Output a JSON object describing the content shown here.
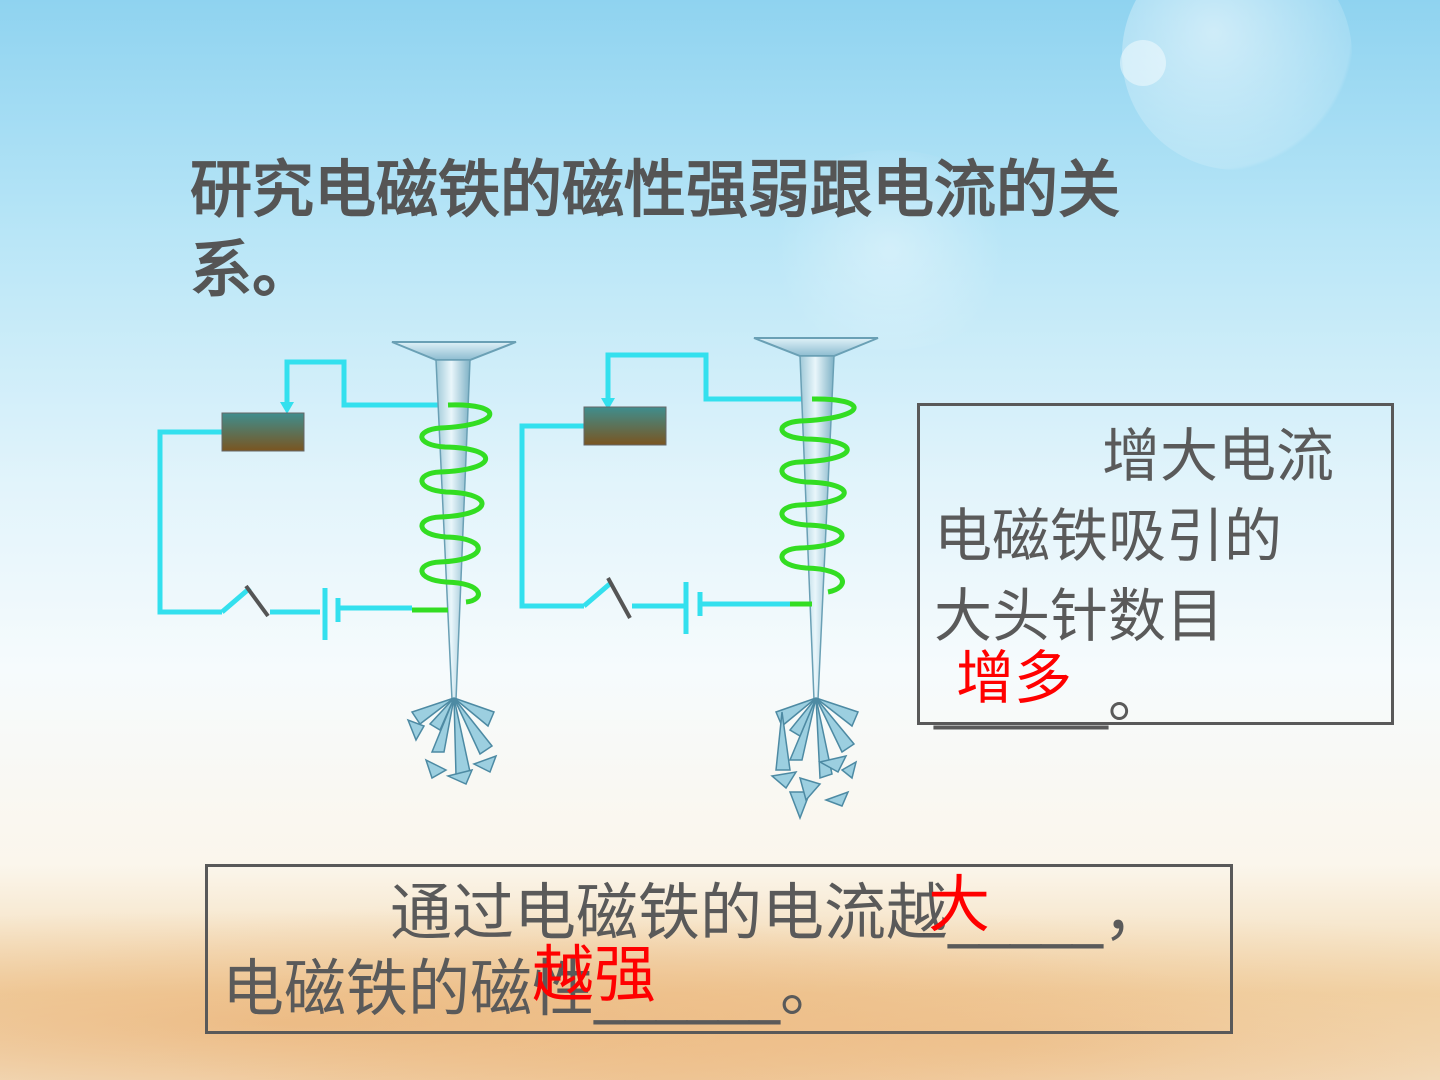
{
  "title": "研究电磁铁的磁性强弱跟电流的关系。",
  "right_box": {
    "line1": "增大电流",
    "line2": "电磁铁吸引的",
    "line3": "大头针数目",
    "blank": "______",
    "answer": "增多",
    "end": "。"
  },
  "bottom_box": {
    "part1": "通过电磁铁的电流越",
    "answer1": "大",
    "blank1": "_____",
    "comma": "，",
    "part2": "电磁铁的磁性",
    "answer2": "越强",
    "blank2": "______",
    "end": "。"
  },
  "colors": {
    "wire": "#33e0ee",
    "coil": "#33dd22",
    "answer": "#ff0000",
    "text": "#5a5a5a"
  }
}
